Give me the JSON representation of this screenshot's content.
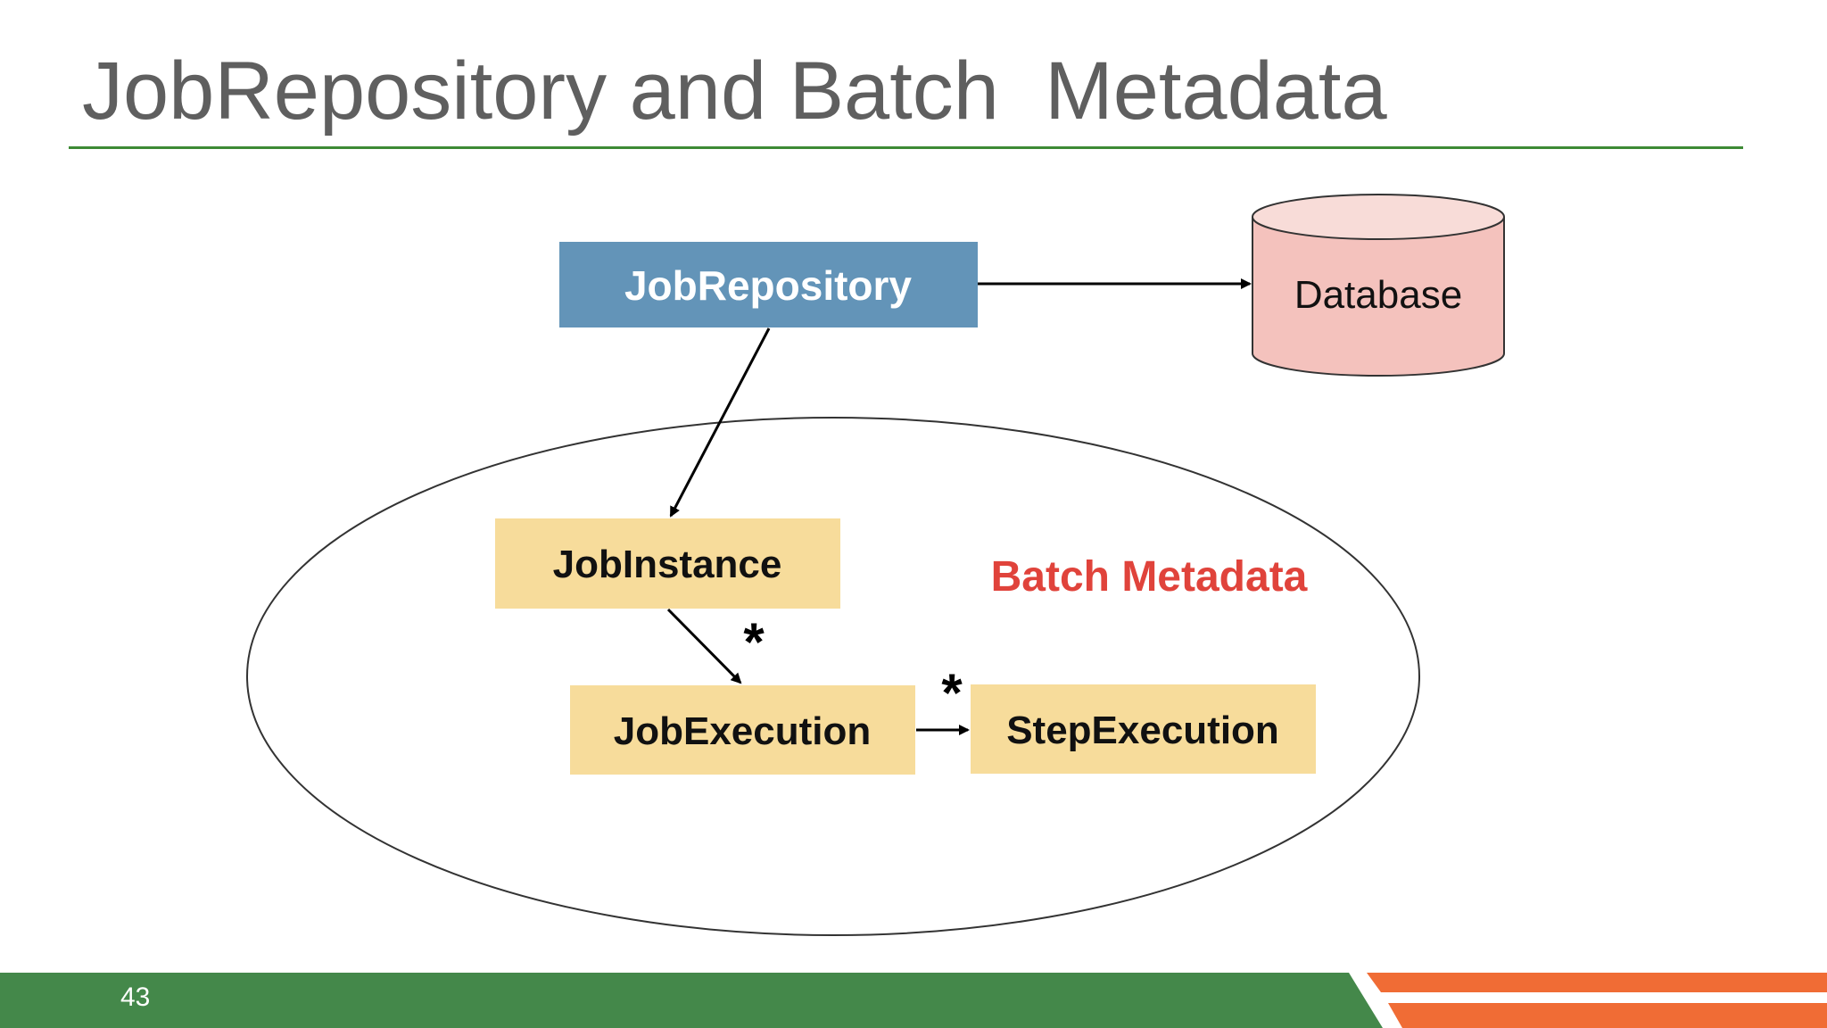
{
  "slide": {
    "title": "JobRepository and Batch  Metadata",
    "page_number": "43"
  },
  "diagram": {
    "nodes": {
      "job_repository": "JobRepository",
      "database": "Database",
      "job_instance": "JobInstance",
      "job_execution": "JobExecution",
      "step_execution": "StepExecution"
    },
    "group_label": "Batch Metadata",
    "multiplicities": {
      "instance_to_execution": "*",
      "execution_to_step": "*"
    }
  },
  "colors": {
    "title_text": "#5f5f5f",
    "title_rule": "#3d8a35",
    "job_repository_fill": "#6394b8",
    "database_fill": "#f4c2bd",
    "database_top": "#f8dcd8",
    "entity_fill": "#f7dc9b",
    "group_label": "#e0433b",
    "footer_green": "#44884a",
    "footer_orange": "#f06c35"
  }
}
